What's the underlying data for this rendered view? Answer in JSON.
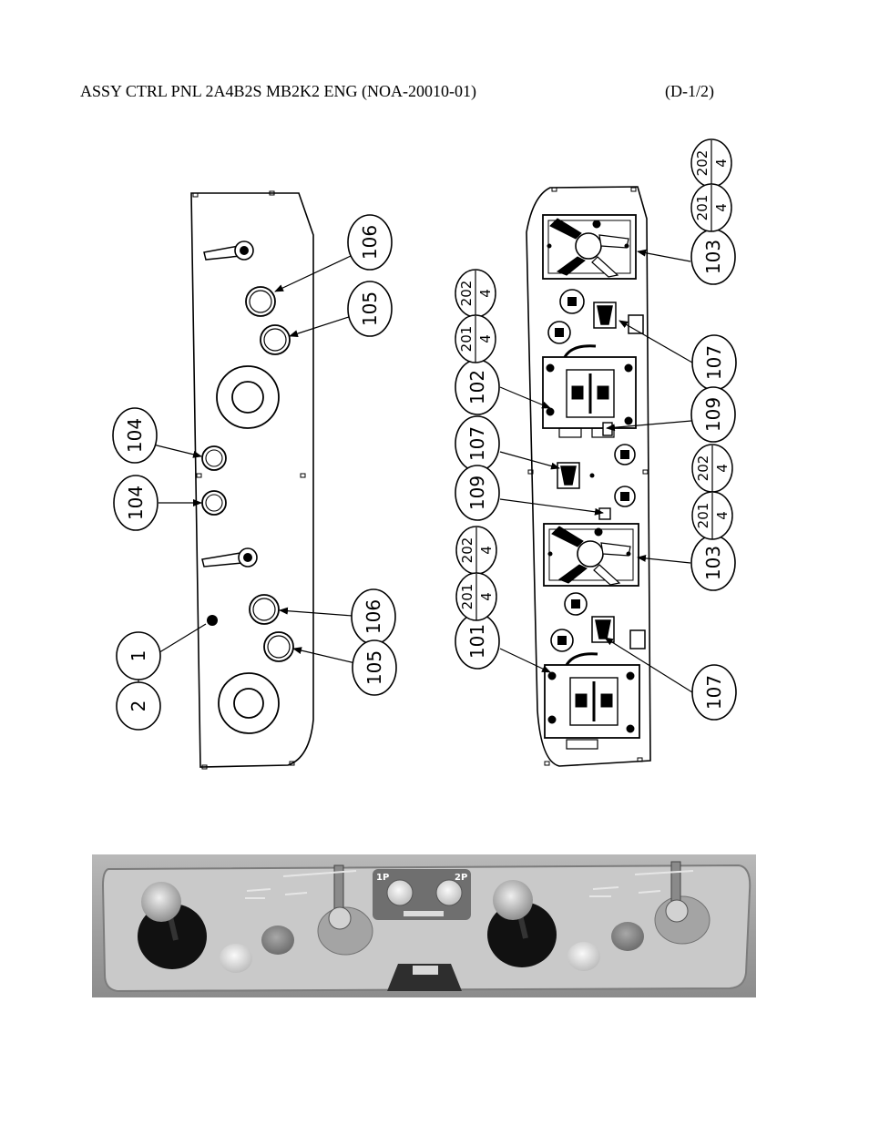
{
  "header": {
    "title": "ASSY CTRL PNL 2A4B2S MB2K2 ENG (NOA-20010-01)",
    "page": "(D-1/2)"
  },
  "callouts_left": [
    "106",
    "105",
    "104",
    "104",
    "106",
    "105",
    "1",
    "2"
  ],
  "callouts_right": {
    "single": [
      "103",
      "107",
      "102",
      "109",
      "107",
      "109",
      "103",
      "101",
      "107"
    ],
    "split": [
      {
        "top": "202",
        "bottom": "4"
      },
      {
        "top": "201",
        "bottom": "4"
      },
      {
        "top": "202",
        "bottom": "4"
      },
      {
        "top": "201",
        "bottom": "4"
      },
      {
        "top": "202",
        "bottom": "4"
      },
      {
        "top": "201",
        "bottom": "4"
      },
      {
        "top": "202",
        "bottom": "4"
      },
      {
        "top": "201",
        "bottom": "4"
      }
    ]
  },
  "photo": {
    "player_labels": [
      "1P",
      "2P"
    ]
  }
}
